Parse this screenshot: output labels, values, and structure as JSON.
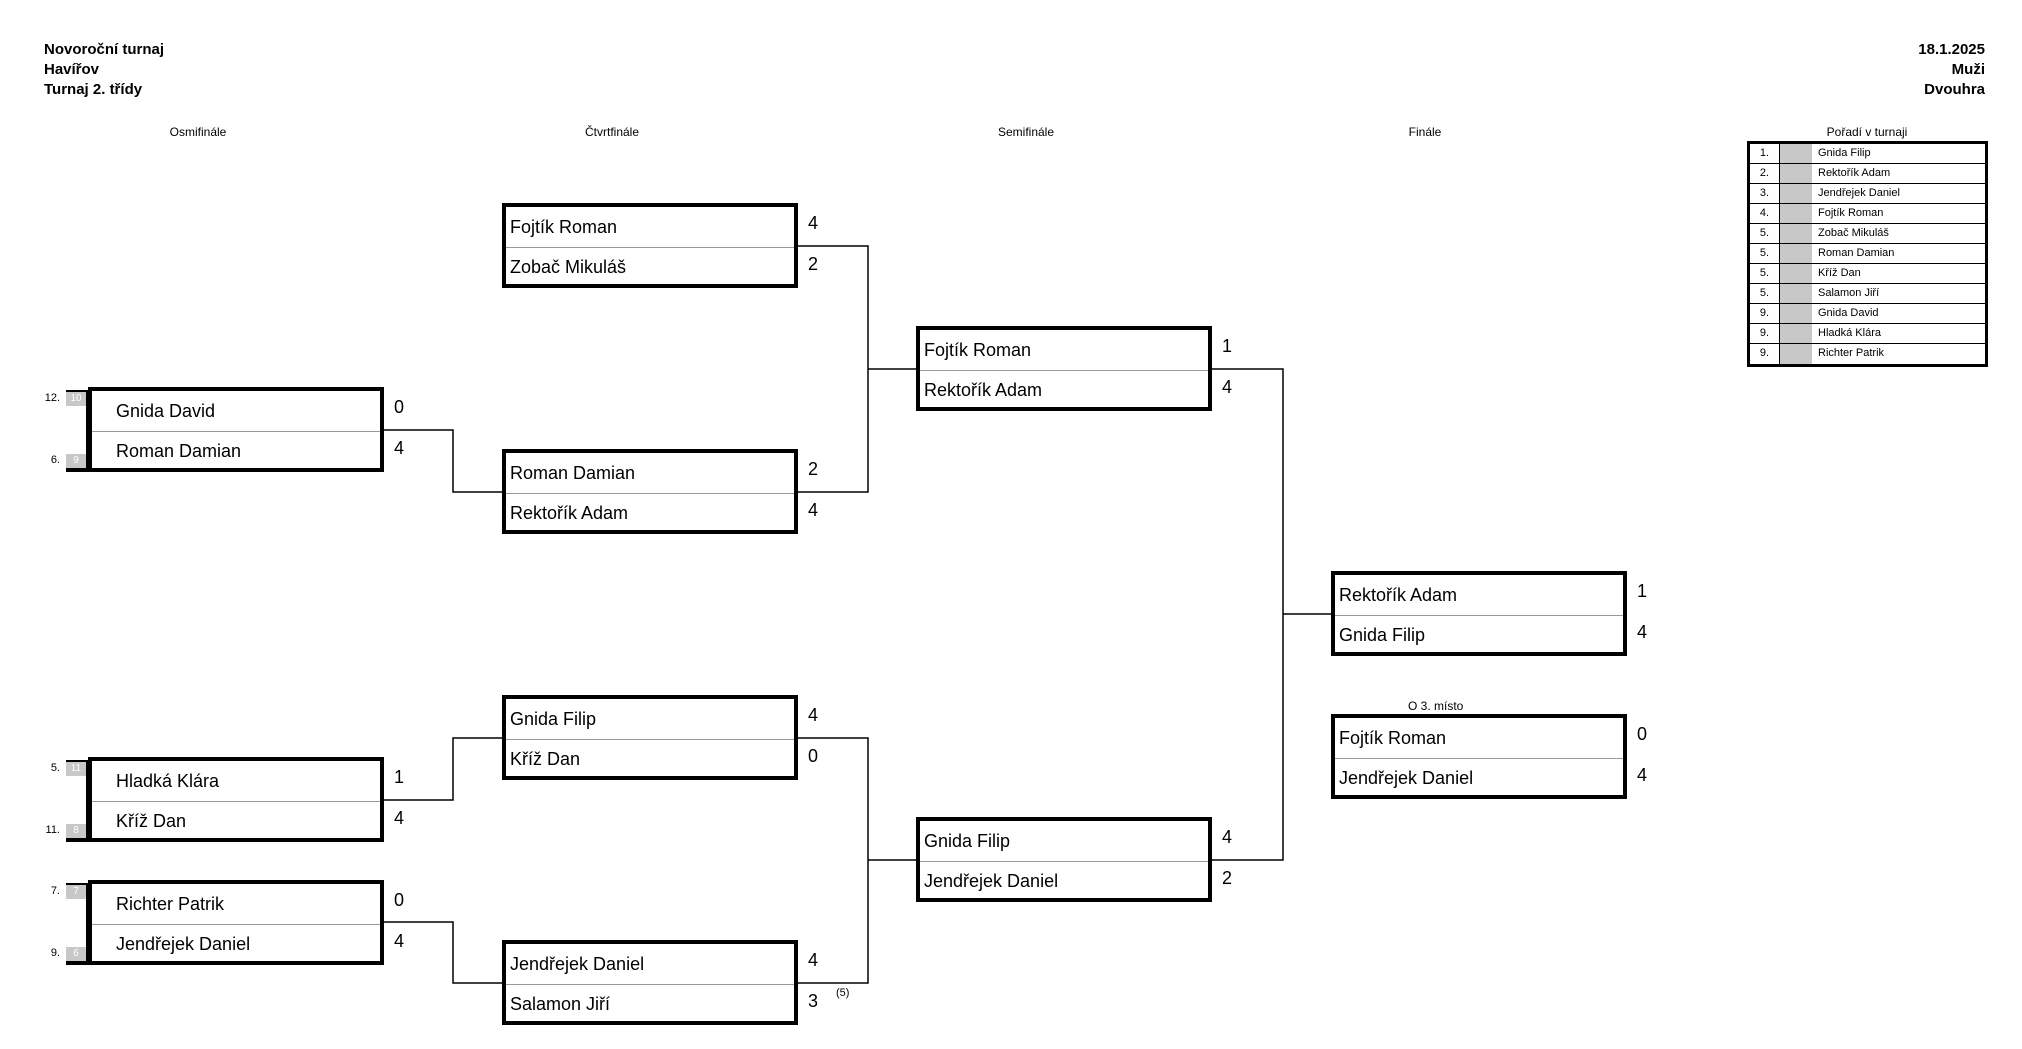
{
  "header": {
    "left": [
      "Novoroční turnaj",
      "Havířov",
      "Turnaj 2. třídy"
    ],
    "right": [
      "18.1.2025",
      "Muži",
      "Dvouhra"
    ]
  },
  "rounds": [
    "Osmifinále",
    "Čtvrtfinále",
    "Semifinále",
    "Finále"
  ],
  "third_place_label": "O 3. místo",
  "r16": [
    {
      "id": "r16-1",
      "top": {
        "name": "Gnida David",
        "score": "0",
        "seed": "12.",
        "seed_box": "10"
      },
      "bot": {
        "name": "Roman Damian",
        "score": "4",
        "seed": "6.",
        "seed_box": "9"
      }
    },
    {
      "id": "r16-2",
      "top": {
        "name": "Hladká Klára",
        "score": "1",
        "seed": "5.",
        "seed_box": "11"
      },
      "bot": {
        "name": "Kříž Dan",
        "score": "4",
        "seed": "11.",
        "seed_box": "8"
      }
    },
    {
      "id": "r16-3",
      "top": {
        "name": "Richter Patrik",
        "score": "0",
        "seed": "7.",
        "seed_box": "7"
      },
      "bot": {
        "name": "Jendřejek Daniel",
        "score": "4",
        "seed": "9.",
        "seed_box": "6"
      }
    }
  ],
  "qf": [
    {
      "top": {
        "name": "Fojtík Roman",
        "score": "4"
      },
      "bot": {
        "name": "Zobač Mikuláš",
        "score": "2"
      }
    },
    {
      "top": {
        "name": "Roman Damian",
        "score": "2"
      },
      "bot": {
        "name": "Rektořík Adam",
        "score": "4"
      }
    },
    {
      "top": {
        "name": "Gnida Filip",
        "score": "4"
      },
      "bot": {
        "name": "Kříž Dan",
        "score": "0"
      }
    },
    {
      "top": {
        "name": "Jendřejek Daniel",
        "score": "4"
      },
      "bot": {
        "name": "Salamon Jiří",
        "score": "3"
      }
    }
  ],
  "qf_note": "(5)",
  "sf": [
    {
      "top": {
        "name": "Fojtík Roman",
        "score": "1"
      },
      "bot": {
        "name": "Rektořík Adam",
        "score": "4"
      }
    },
    {
      "top": {
        "name": "Gnida Filip",
        "score": "4"
      },
      "bot": {
        "name": "Jendřejek Daniel",
        "score": "2"
      }
    }
  ],
  "final": {
    "top": {
      "name": "Rektořík Adam",
      "score": "1"
    },
    "bot": {
      "name": "Gnida Filip",
      "score": "4"
    }
  },
  "third": {
    "top": {
      "name": "Fojtík Roman",
      "score": "0"
    },
    "bot": {
      "name": "Jendřejek Daniel",
      "score": "4"
    }
  },
  "ranking": {
    "title": "Pořadí v turnaji",
    "rows": [
      {
        "pos": "1.",
        "name": "Gnida Filip"
      },
      {
        "pos": "2.",
        "name": "Rektořík Adam"
      },
      {
        "pos": "3.",
        "name": "Jendřejek Daniel"
      },
      {
        "pos": "4.",
        "name": "Fojtík Roman"
      },
      {
        "pos": "5.",
        "name": "Zobač Mikuláš"
      },
      {
        "pos": "5.",
        "name": "Roman Damian"
      },
      {
        "pos": "5.",
        "name": "Kříž Dan"
      },
      {
        "pos": "5.",
        "name": "Salamon Jiří"
      },
      {
        "pos": "9.",
        "name": "Gnida David"
      },
      {
        "pos": "9.",
        "name": "Hladká Klára"
      },
      {
        "pos": "9.",
        "name": "Richter Patrik"
      }
    ]
  }
}
